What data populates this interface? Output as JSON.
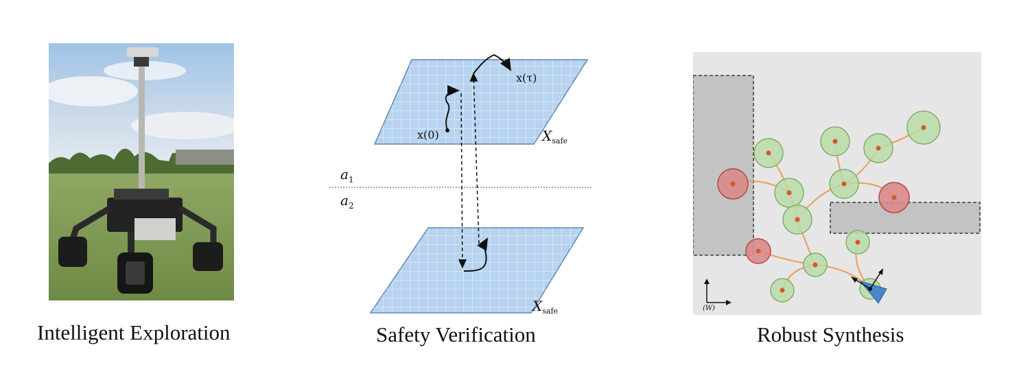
{
  "captions": {
    "left": "Intelligent Exploration",
    "middle": "Safety Verification",
    "right": "Robust Synthesis"
  },
  "middle_diagram": {
    "state_start": "x(0)",
    "state_tau": "x(τ)",
    "safe_set_main": "X",
    "safe_set_sub": "safe",
    "mode_a1": "a",
    "mode_a1_sub": "1",
    "mode_a2": "a",
    "mode_a2_sub": "2",
    "plane_color": "#b7d3ef"
  },
  "right_diagram": {
    "frame_label": "(W)",
    "safe_node_color": "#b9dca8",
    "unsafe_node_color": "#d98a8a",
    "edge_color": "#f0a060",
    "obstacle_color": "#c3c3c3",
    "agent_color": "#4a86c8"
  }
}
